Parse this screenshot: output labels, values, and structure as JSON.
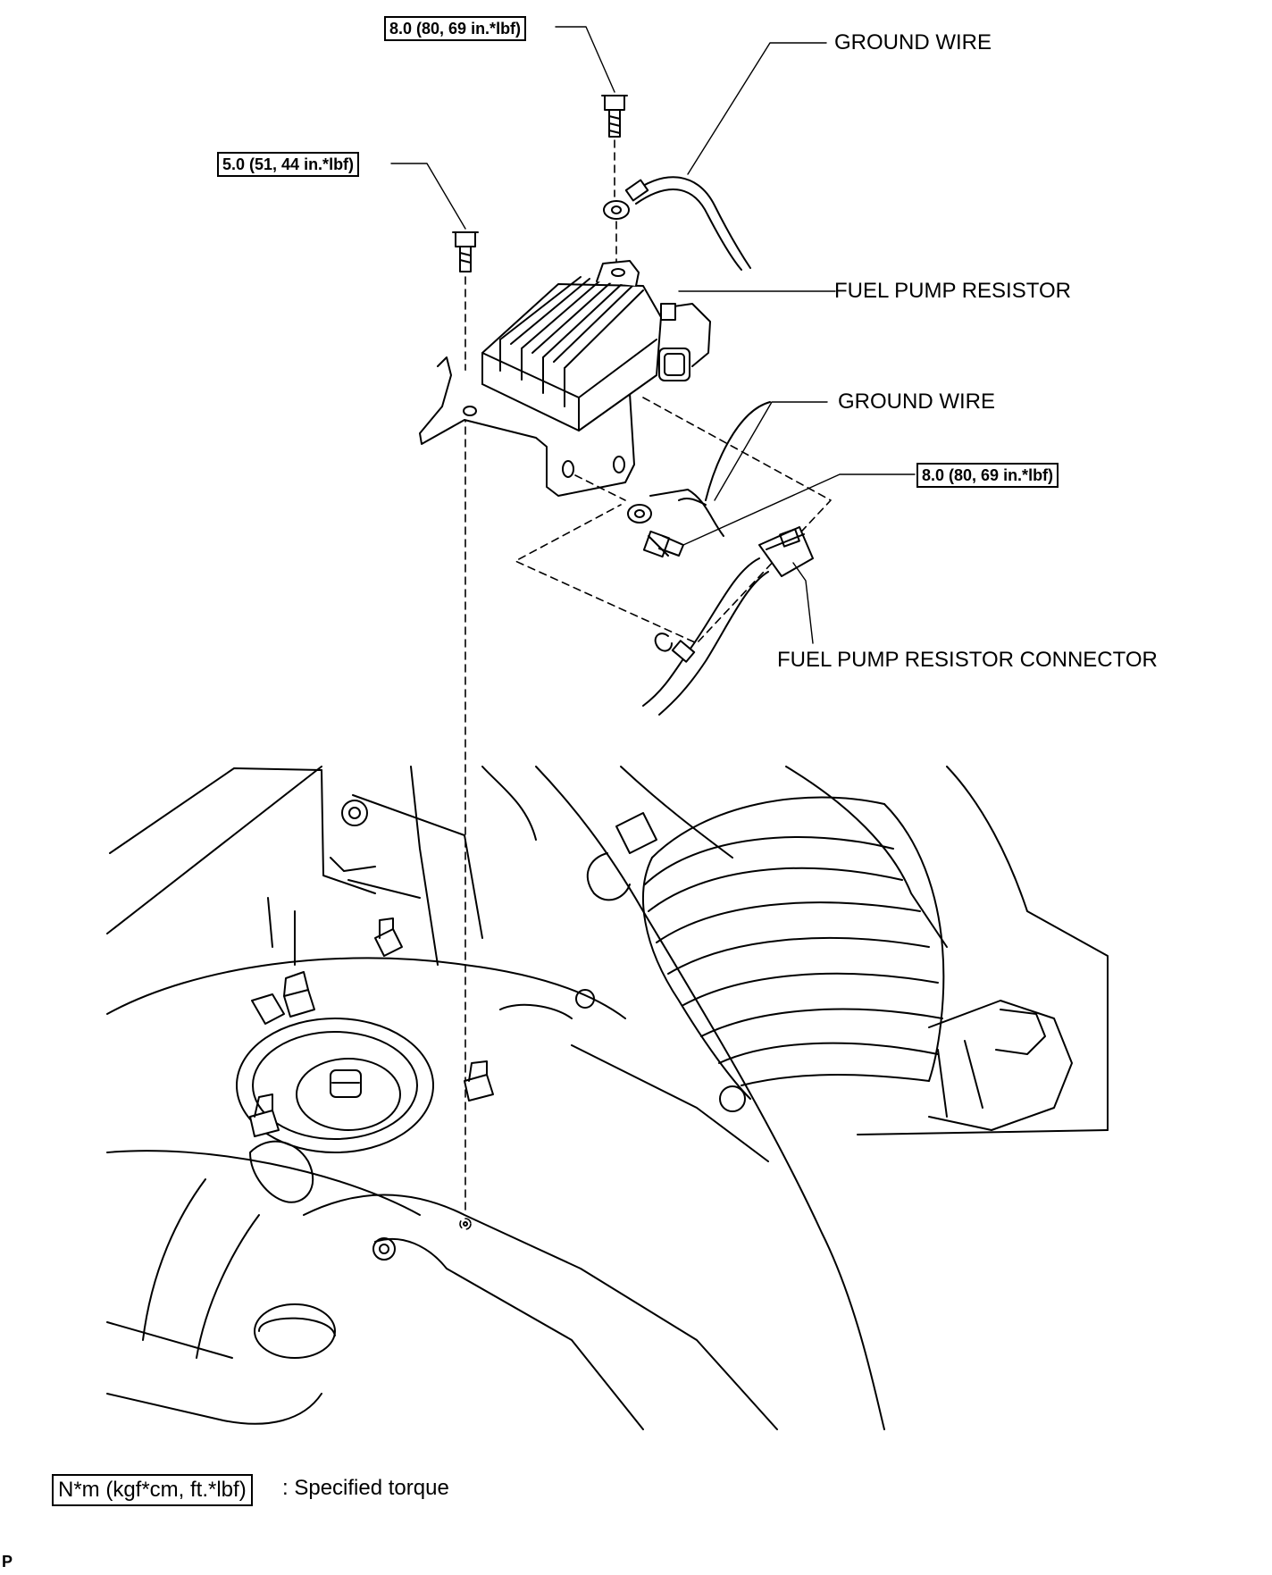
{
  "labels": {
    "ground_wire_top": "GROUND WIRE",
    "fuel_pump_resistor": "FUEL PUMP RESISTOR",
    "ground_wire_mid": "GROUND WIRE",
    "fuel_pump_resistor_connector": "FUEL PUMP RESISTOR CONNECTOR"
  },
  "torques": {
    "top_bolt": "8.0 (80, 69 in.*lbf)",
    "left_bolt": "5.0 (51, 44 in.*lbf)",
    "ground_bolt": "8.0 (80, 69 in.*lbf)"
  },
  "legend": {
    "box_text": "N*m (kgf*cm, ft.*lbf)",
    "description": ": Specified torque"
  },
  "figure_code": "P"
}
